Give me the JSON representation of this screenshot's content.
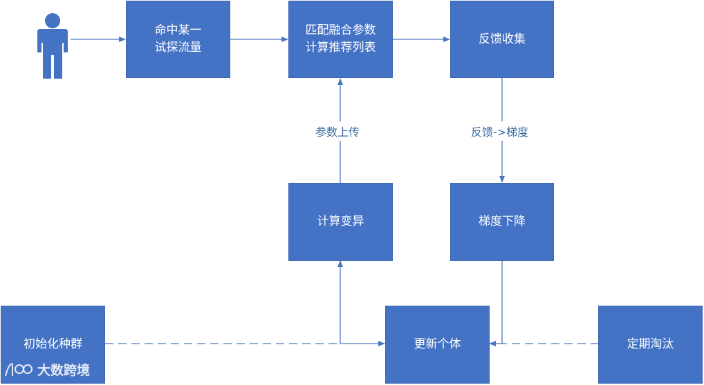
{
  "diagram": {
    "nodes": {
      "trial": "命中某一\n试探流量",
      "match": "匹配融合参数\n计算推荐列表",
      "feedback": "反馈收集",
      "mutate": "计算变异",
      "gradient": "梯度下降",
      "init": "初始化种群",
      "update": "更新个体",
      "eliminate": "定期淘汰"
    },
    "edge_labels": {
      "upload": "参数上传",
      "to_gradient": "反馈->梯度"
    },
    "colors": {
      "box": "#4472c4",
      "line": "#4a76c0",
      "label_text": "#3b6aa0",
      "person": "#4472c4"
    },
    "icons": [
      "user-icon",
      "watermark-logo-icon"
    ]
  },
  "watermark": {
    "text": "大数跨境"
  }
}
